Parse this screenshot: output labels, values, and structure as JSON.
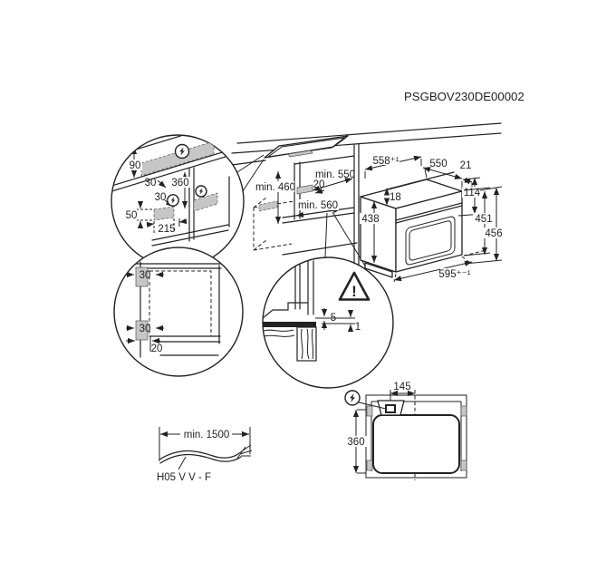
{
  "colors": {
    "line": "#222222",
    "shade": "#c6c6c6",
    "background": "#ffffff"
  },
  "icons": {
    "electrical_connection": "lightning-bolt-circle",
    "warning": "warning-triangle-exclamation"
  },
  "header": {
    "product_code": "PSGBOV230DE00002"
  },
  "electrical_detail": {
    "d90": "90",
    "d30_top": "30",
    "d360": "360",
    "d30_mid": "30",
    "d50": "50",
    "d215": "215"
  },
  "niche": {
    "min_height": "min. 460",
    "min_depth": "min. 550",
    "back_gap": "20",
    "min_width": "min. 560"
  },
  "oven": {
    "niche_width": "558⁺¹",
    "body_depth": "550",
    "front_overhang": "21",
    "top_step": "18",
    "front_top_height": "114",
    "body_height": "438",
    "height": "451",
    "total_height": "456",
    "front_width": "595⁺⁻¹"
  },
  "front_detail": {
    "side_clearance_top": "30",
    "side_clearance_bottom": "30",
    "bottom_inset": "20"
  },
  "section_detail": {
    "gap_top": "5",
    "gap_bottom": "1",
    "warning_mark": "!"
  },
  "top_view": {
    "connection_offset": "145",
    "depth": "360"
  },
  "mains_cable": {
    "min_length": "min. 1500",
    "cable_type": "H05 V V - F"
  }
}
